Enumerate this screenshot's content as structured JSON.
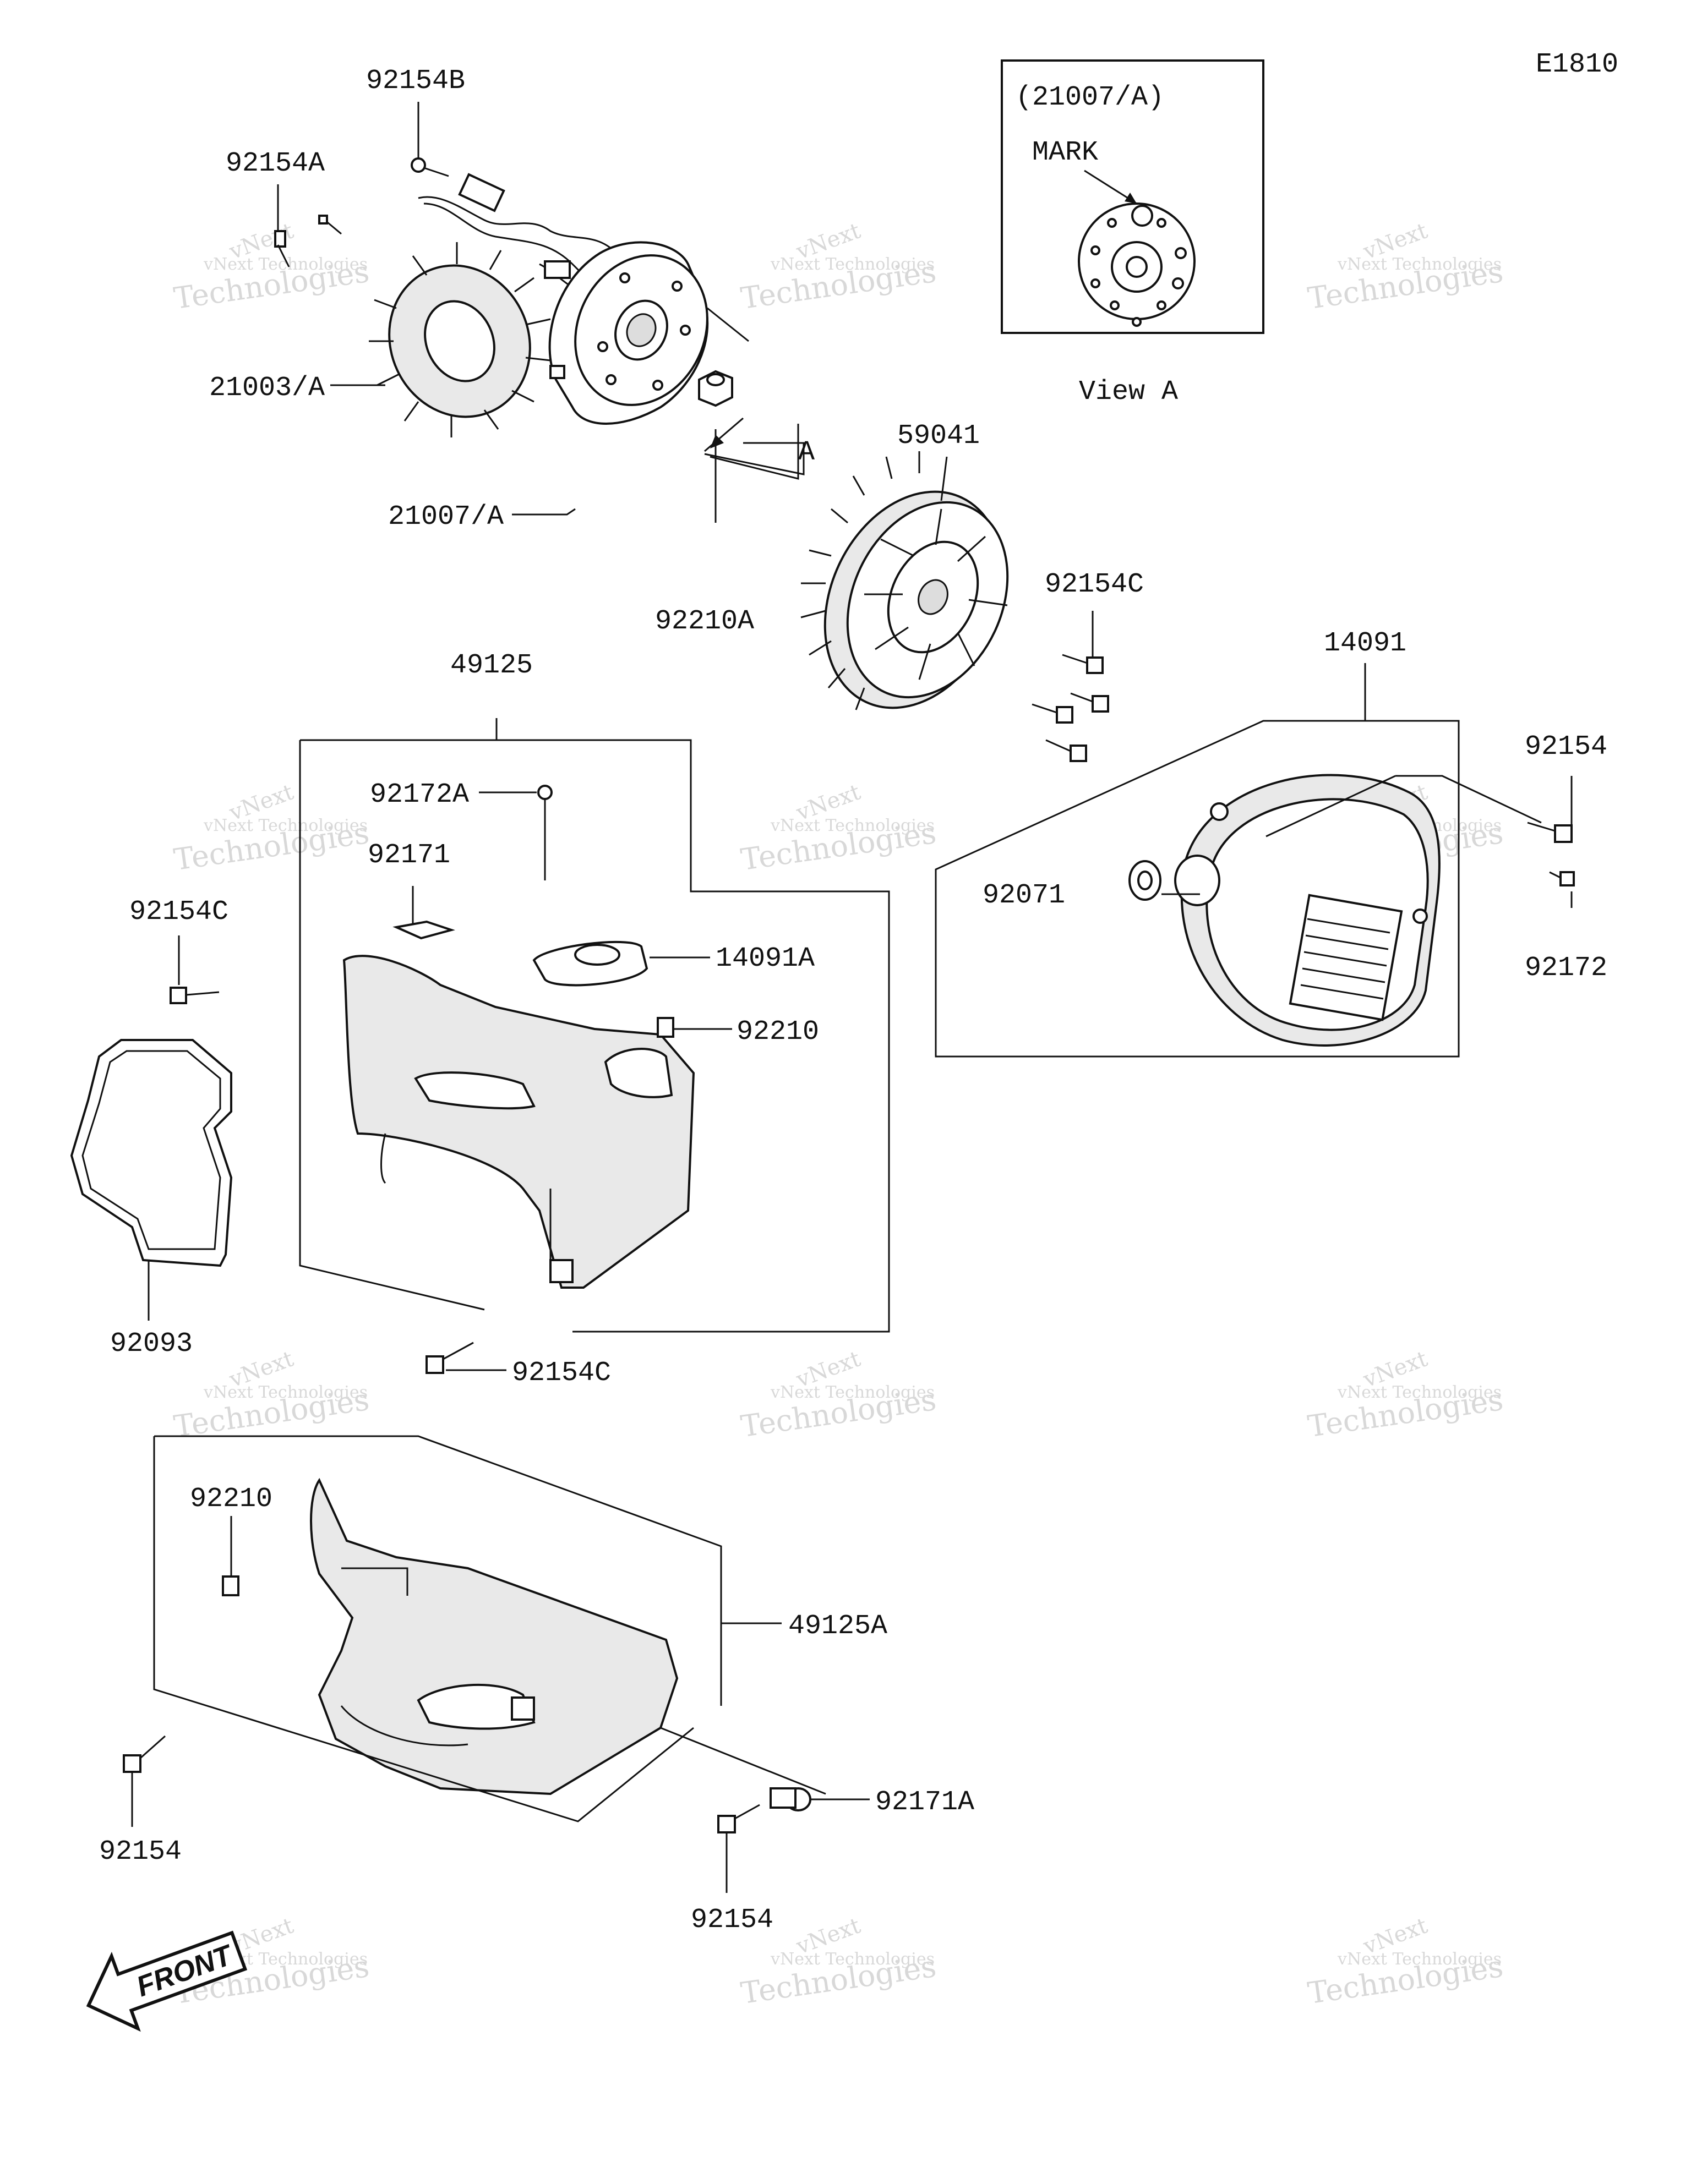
{
  "diagram_code": "E1810",
  "view_a": {
    "title": "(21007/A)",
    "mark": "MARK",
    "caption": "View A"
  },
  "arrow_label": "A",
  "front_label": "FRONT",
  "watermark": {
    "line1": "vNext Technologies",
    "line2": "Technologies",
    "line3": "vNext"
  },
  "parts": {
    "p92154B": "92154B",
    "p92154A": "92154A",
    "p21003A": "21003/A",
    "p21007A": "21007/A",
    "p92210A": "92210A",
    "p59041": "59041",
    "p92154C_top": "92154C",
    "p14091": "14091",
    "p92154_right": "92154",
    "p92071": "92071",
    "p92172": "92172",
    "p49125": "49125",
    "p92172A": "92172A",
    "p92171": "92171",
    "p14091A": "14091A",
    "p92210_mid": "92210",
    "p92154C_left": "92154C",
    "p92093": "92093",
    "p92154C_bottom": "92154C",
    "p92210_low": "92210",
    "p49125A": "49125A",
    "p92171A": "92171A",
    "p92154_left": "92154",
    "p92154_bottom": "92154"
  }
}
